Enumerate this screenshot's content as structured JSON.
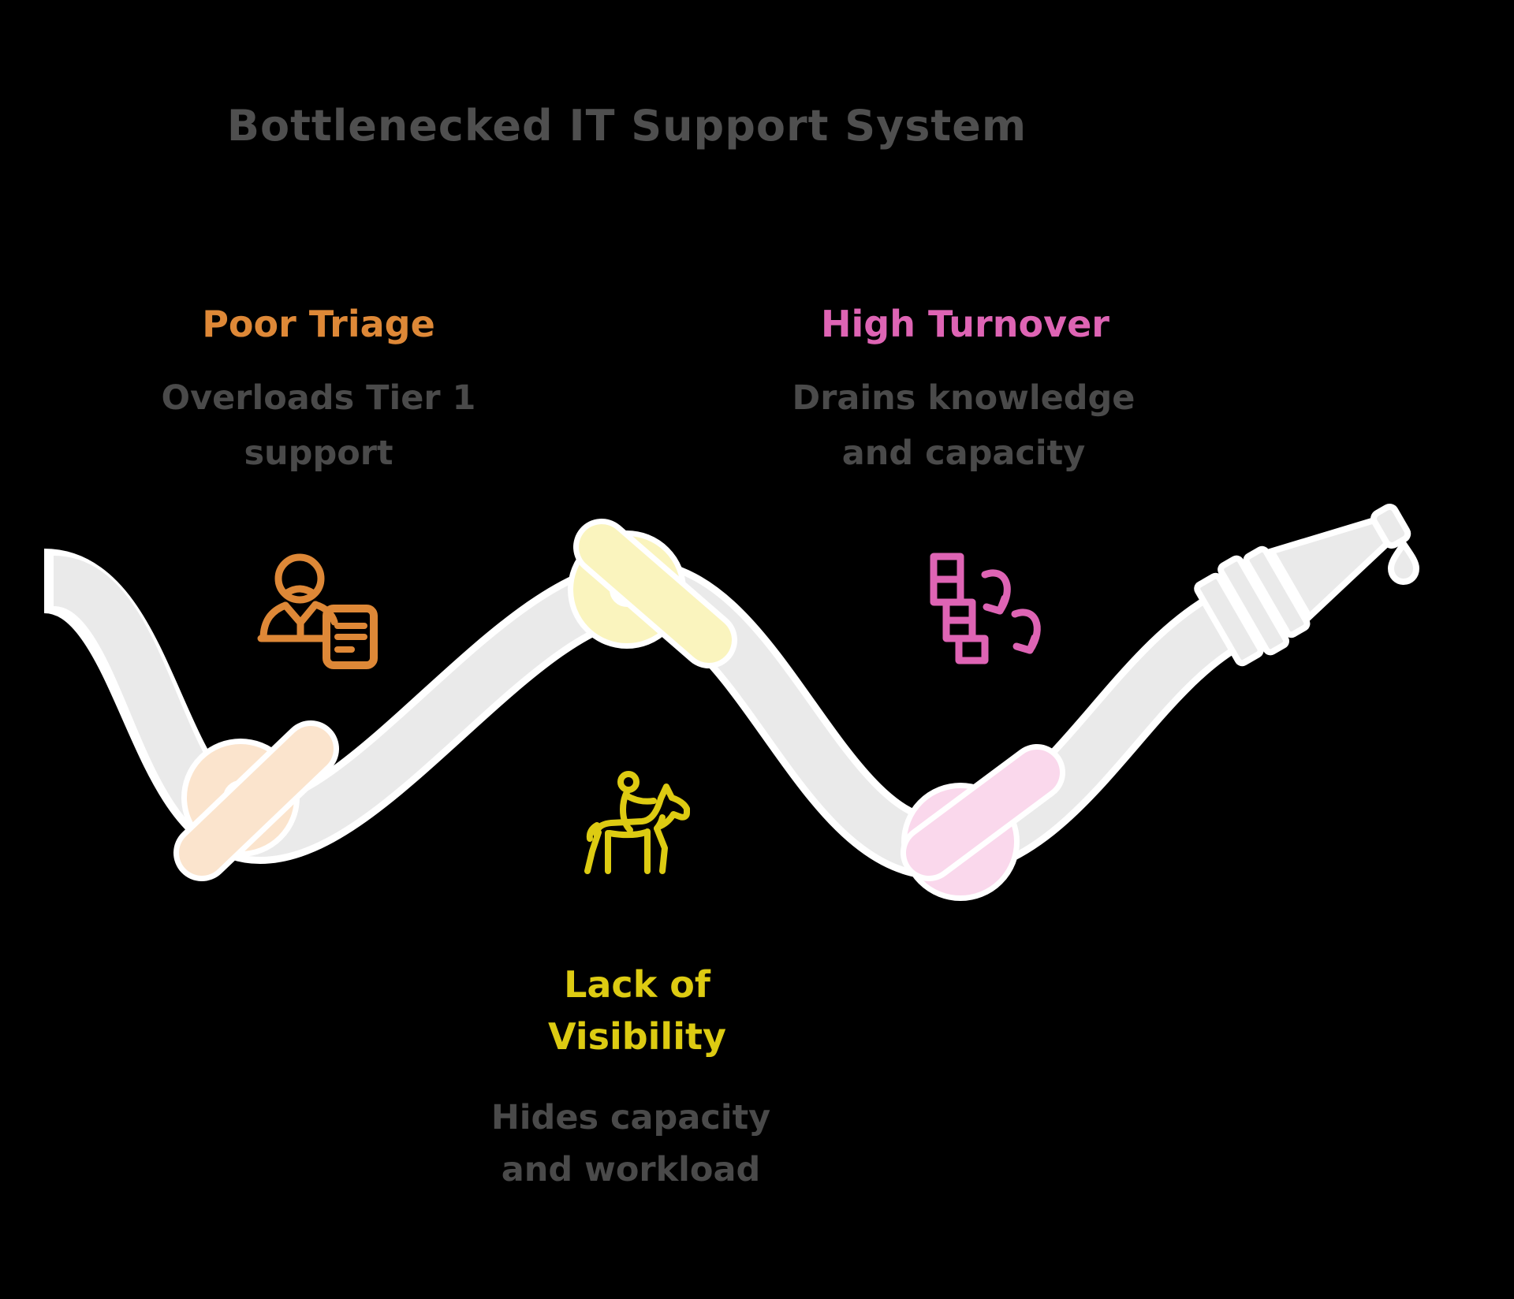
{
  "title": "Bottlenecked IT Support System",
  "colors": {
    "background": "#000000",
    "title_text": "#4F4F4F",
    "body_text": "#4A4A4A",
    "orange": "#DE8837",
    "pink": "#DE64B4",
    "yellow": "#DDCB12",
    "hose_gray": "#EAEAEA",
    "outline_white": "#FFFFFF",
    "knot_peach": "#FBE4CD",
    "knot_yellow": "#FAF4BE",
    "knot_pink": "#FAD8EC"
  },
  "sections": [
    {
      "id": "poor-triage",
      "label": "Poor Triage",
      "description": "Overloads Tier 1 support",
      "color": "#DE8837",
      "icon": "support-agent-document-icon",
      "knot_color": "#FBE4CD"
    },
    {
      "id": "high-turnover",
      "label": "High Turnover",
      "description": "Drains knowledge and capacity",
      "color": "#DE64B4",
      "icon": "staff-rotation-icon",
      "knot_color": "#FAD8EC"
    },
    {
      "id": "lack-of-visibility",
      "label": "Lack of Visibility",
      "description": "Hides capacity and workload",
      "color": "#DDCB12",
      "icon": "horse-rider-icon",
      "knot_color": "#FAF4BE"
    }
  ]
}
